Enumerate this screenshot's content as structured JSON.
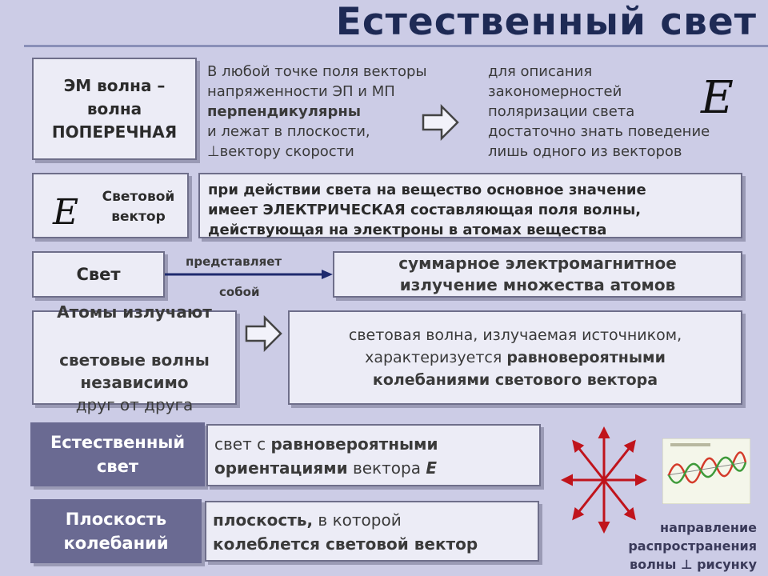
{
  "slide": {
    "title": "Естественный свет",
    "em_wave": {
      "line1": "ЭМ волна –",
      "line2": "волна",
      "line3": "ПОПЕРЕЧНАЯ"
    },
    "vectors_text": {
      "line1": "В любой точке поля векторы",
      "line2": "напряженности ЭП и МП",
      "line3": "перпендикулярны",
      "line4": "и лежат в плоскости,",
      "line5": "⊥вектору скорости"
    },
    "description_text": {
      "line1": "для описания",
      "line2": "закономерностей",
      "line3": "поляризации света",
      "line4": "достаточно знать поведение",
      "line5": "лишь одного из векторов"
    },
    "vector_symbol": "E",
    "light_vector": {
      "symbol": "E",
      "line1": "Световой",
      "line2": "вектор"
    },
    "electric_text": {
      "line1": "при действии света на вещество основное значение",
      "line2": "имеет ЭЛЕКТРИЧЕСКАЯ составляющая поля волны,",
      "line3": "действующая на электроны в атомах вещества"
    },
    "light_box": "Свет",
    "arrow_label_top": "представляет",
    "arrow_label_bottom": "собой",
    "sum_text": {
      "line1": "суммарное электромагнитное",
      "line2": "излучение множества атомов"
    },
    "atoms_text": {
      "line1": "Атомы излучают",
      "line2": "световые волны",
      "line3": "независимо",
      "line4": "друг от друга"
    },
    "wave_text": {
      "line1": "световая волна, излучаемая источником,",
      "line2_plain": "характеризуется ",
      "line2_bold": "равновероятными",
      "line3": "колебаниями светового вектора"
    },
    "natural_light": {
      "line1": "Естественный",
      "line2": "свет"
    },
    "natural_def": {
      "line1_plain": "свет с ",
      "line1_bold": "равновероятными",
      "line2_bold": "ориентациями",
      "line2_plain": " вектора ",
      "line2_sym": "E"
    },
    "plane": {
      "line1": "Плоскость",
      "line2": "колебаний"
    },
    "plane_def": {
      "line1_bold": "плоскость,",
      "line1_plain": " в которой",
      "line2": "колеблется световой вектор"
    },
    "caption": {
      "line1": "направление",
      "line2": "распространения",
      "line3": "волны ⊥ рисунку"
    },
    "colors": {
      "accent_dark": "#6a6a92",
      "arrow_red": "#c0141c",
      "title": "#1e2a55"
    }
  }
}
